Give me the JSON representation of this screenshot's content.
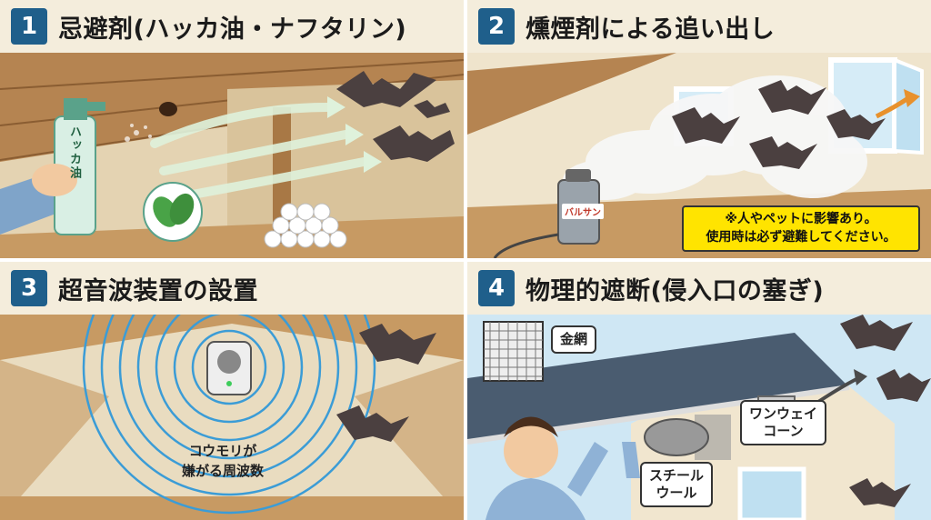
{
  "panels": [
    {
      "number": "1",
      "title": "忌避剤(ハッカ油・ナフタリン)",
      "spray_label": "ハッカ油"
    },
    {
      "number": "2",
      "title": "燻煙剤による追い出し",
      "can_label": "バルサン",
      "warning_line1": "※人やペットに影響あり。",
      "warning_line2": "使用時は必ず避難してください。"
    },
    {
      "number": "3",
      "title": "超音波装置の設置",
      "freq_line1": "コウモリが",
      "freq_line2": "嫌がる周波数"
    },
    {
      "number": "4",
      "title": "物理的遮断(侵入口の塞ぎ)",
      "label_net": "金網",
      "label_wool_line1": "スチール",
      "label_wool_line2": "ウール",
      "label_cone_line1": "ワンウェイ",
      "label_cone_line2": "コーン"
    }
  ],
  "colors": {
    "badge": "#1f5f8b",
    "wood": "#c79a63",
    "wall": "#e9dcc0",
    "warning": "#ffe400"
  }
}
